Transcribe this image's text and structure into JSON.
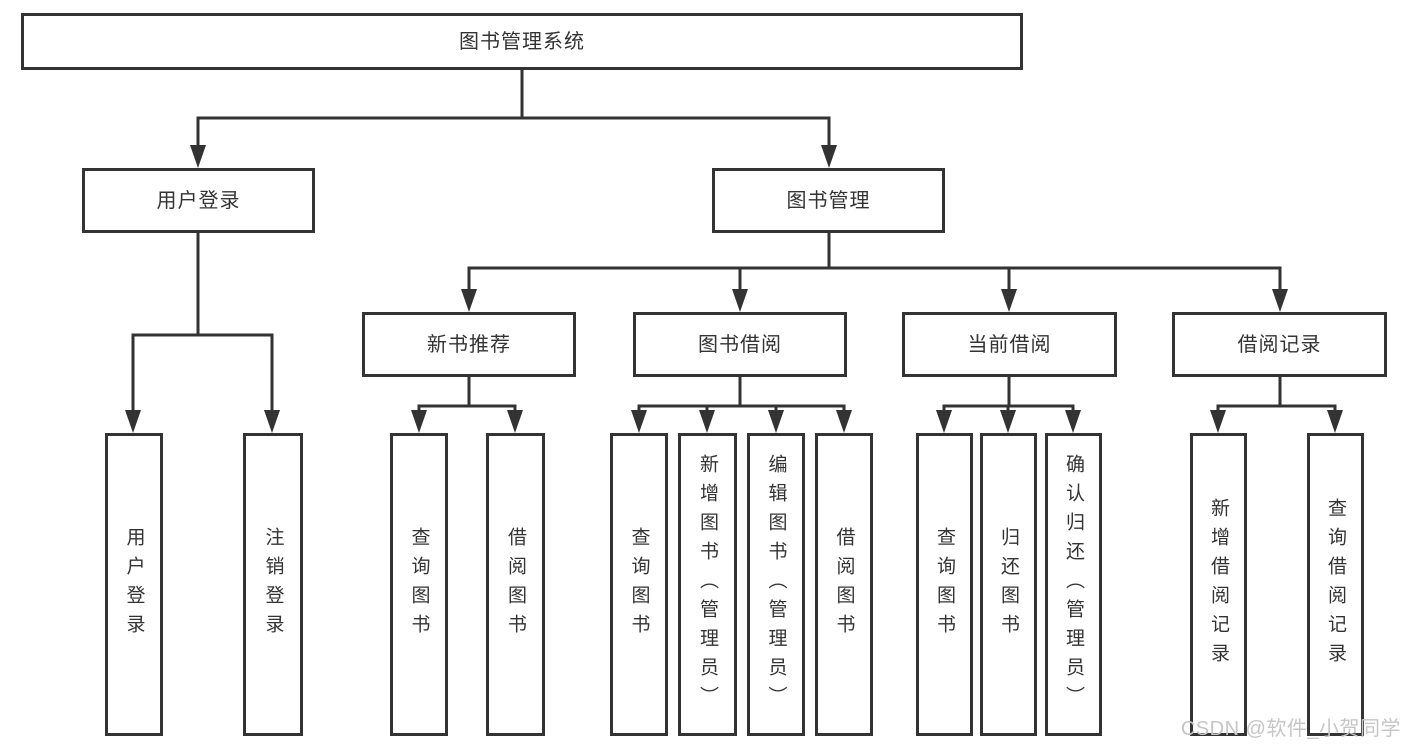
{
  "diagram": {
    "type": "hierarchy-tree",
    "colors": {
      "line": "#333333",
      "box_border": "#333333",
      "text": "#333333",
      "background": "#ffffff",
      "watermark": "#c6c6c6"
    },
    "tree": {
      "label": "图书管理系统",
      "children": [
        {
          "label": "用户登录",
          "children": [
            {
              "label": "用户登录"
            },
            {
              "label": "注销登录"
            }
          ]
        },
        {
          "label": "图书管理",
          "children": [
            {
              "label": "新书推荐",
              "children": [
                {
                  "label": "查询图书"
                },
                {
                  "label": "借阅图书"
                }
              ]
            },
            {
              "label": "图书借阅",
              "children": [
                {
                  "label": "查询图书"
                },
                {
                  "label": "新增图书（管理员）"
                },
                {
                  "label": "编辑图书（管理员）"
                },
                {
                  "label": "借阅图书"
                }
              ]
            },
            {
              "label": "当前借阅",
              "children": [
                {
                  "label": "查询图书"
                },
                {
                  "label": "归还图书"
                },
                {
                  "label": "确认归还（管理员）"
                }
              ]
            },
            {
              "label": "借阅记录",
              "children": [
                {
                  "label": "新增借阅记录"
                },
                {
                  "label": "查询借阅记录"
                }
              ]
            }
          ]
        }
      ]
    },
    "watermark": {
      "text": "CSDN @软件_小贺同学"
    }
  }
}
